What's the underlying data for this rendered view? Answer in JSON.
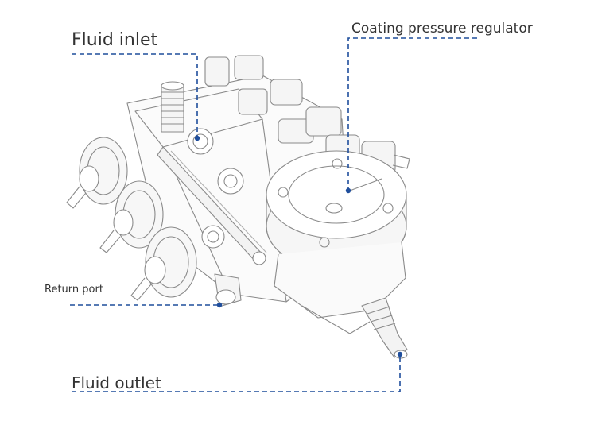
{
  "callouts": {
    "fluid_inlet": "Fluid inlet",
    "coating_pressure_regulator": "Coating pressure regulator",
    "return_port": "Return port",
    "fluid_outlet": "Fluid outlet"
  },
  "colors": {
    "leader_line": "#1f4e9c",
    "label_text": "#333333",
    "drawing_line": "#8a8a8a",
    "background": "#ffffff"
  }
}
